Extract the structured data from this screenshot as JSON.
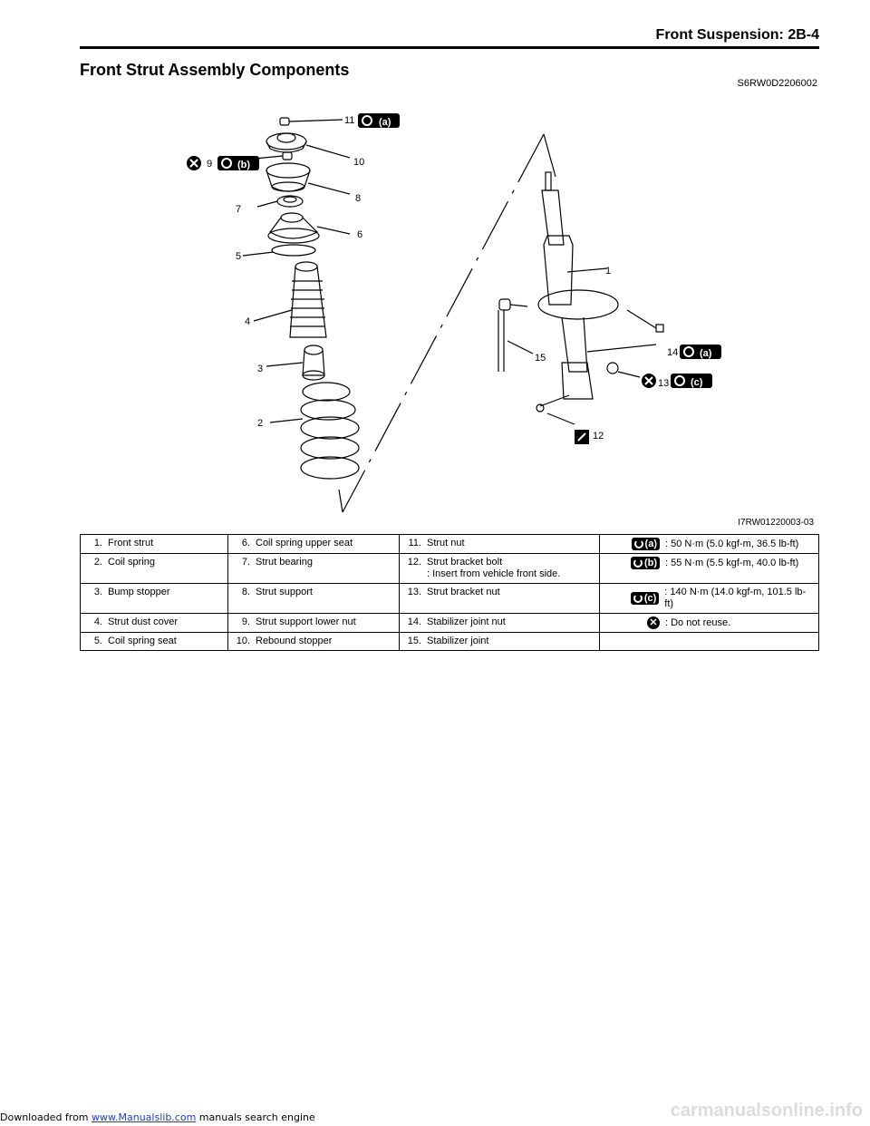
{
  "header": {
    "title": "Front Suspension:    2B-4"
  },
  "section": {
    "title": "Front Strut Assembly Components",
    "code": "S6RW0D2206002"
  },
  "figure": {
    "id": "I7RW01220003-03",
    "callouts": [
      "1",
      "2",
      "3",
      "4",
      "5",
      "6",
      "7",
      "8",
      "9",
      "10",
      "11",
      "12",
      "13",
      "14",
      "15"
    ],
    "torque_badges": {
      "a": "(a)",
      "b": "(b)",
      "c": "(c)"
    }
  },
  "legend": {
    "rows": [
      {
        "c1": {
          "n": "1.",
          "t": "Front strut"
        },
        "c2": {
          "n": "6.",
          "t": "Coil spring upper seat"
        },
        "c3": {
          "n": "11.",
          "t": "Strut nut",
          "sub": ""
        },
        "spec": {
          "badge": "(a)",
          "text": ":   50 N·m (5.0 kgf-m, 36.5 lb-ft)"
        }
      },
      {
        "c1": {
          "n": "2.",
          "t": "Coil spring"
        },
        "c2": {
          "n": "7.",
          "t": "Strut bearing"
        },
        "c3": {
          "n": "12.",
          "t": "Strut bracket bolt",
          "sub": ": Insert from vehicle front side."
        },
        "spec": {
          "badge": "(b)",
          "text": ":   55 N·m (5.5 kgf-m, 40.0 lb-ft)"
        }
      },
      {
        "c1": {
          "n": "3.",
          "t": "Bump stopper"
        },
        "c2": {
          "n": "8.",
          "t": "Strut support"
        },
        "c3": {
          "n": "13.",
          "t": "Strut bracket nut",
          "sub": ""
        },
        "spec": {
          "badge": "(c)",
          "text": ":   140 N·m (14.0 kgf-m, 101.5 lb-ft)"
        }
      },
      {
        "c1": {
          "n": "4.",
          "t": "Strut dust cover"
        },
        "c2": {
          "n": "9.",
          "t": "Strut support lower nut"
        },
        "c3": {
          "n": "14.",
          "t": "Stabilizer joint nut",
          "sub": ""
        },
        "spec": {
          "badge": "",
          "text": ":   Do not reuse."
        }
      },
      {
        "c1": {
          "n": "5.",
          "t": "Coil spring seat"
        },
        "c2": {
          "n": "10.",
          "t": "Rebound stopper"
        },
        "c3": {
          "n": "15.",
          "t": "Stabilizer joint",
          "sub": ""
        },
        "spec": {
          "badge": "",
          "text": ""
        }
      }
    ]
  },
  "footer": {
    "prefix": "Downloaded from ",
    "link": "www.Manualslib.com",
    "suffix": "  manuals search engine"
  },
  "watermark": "carmanualsonline.info"
}
